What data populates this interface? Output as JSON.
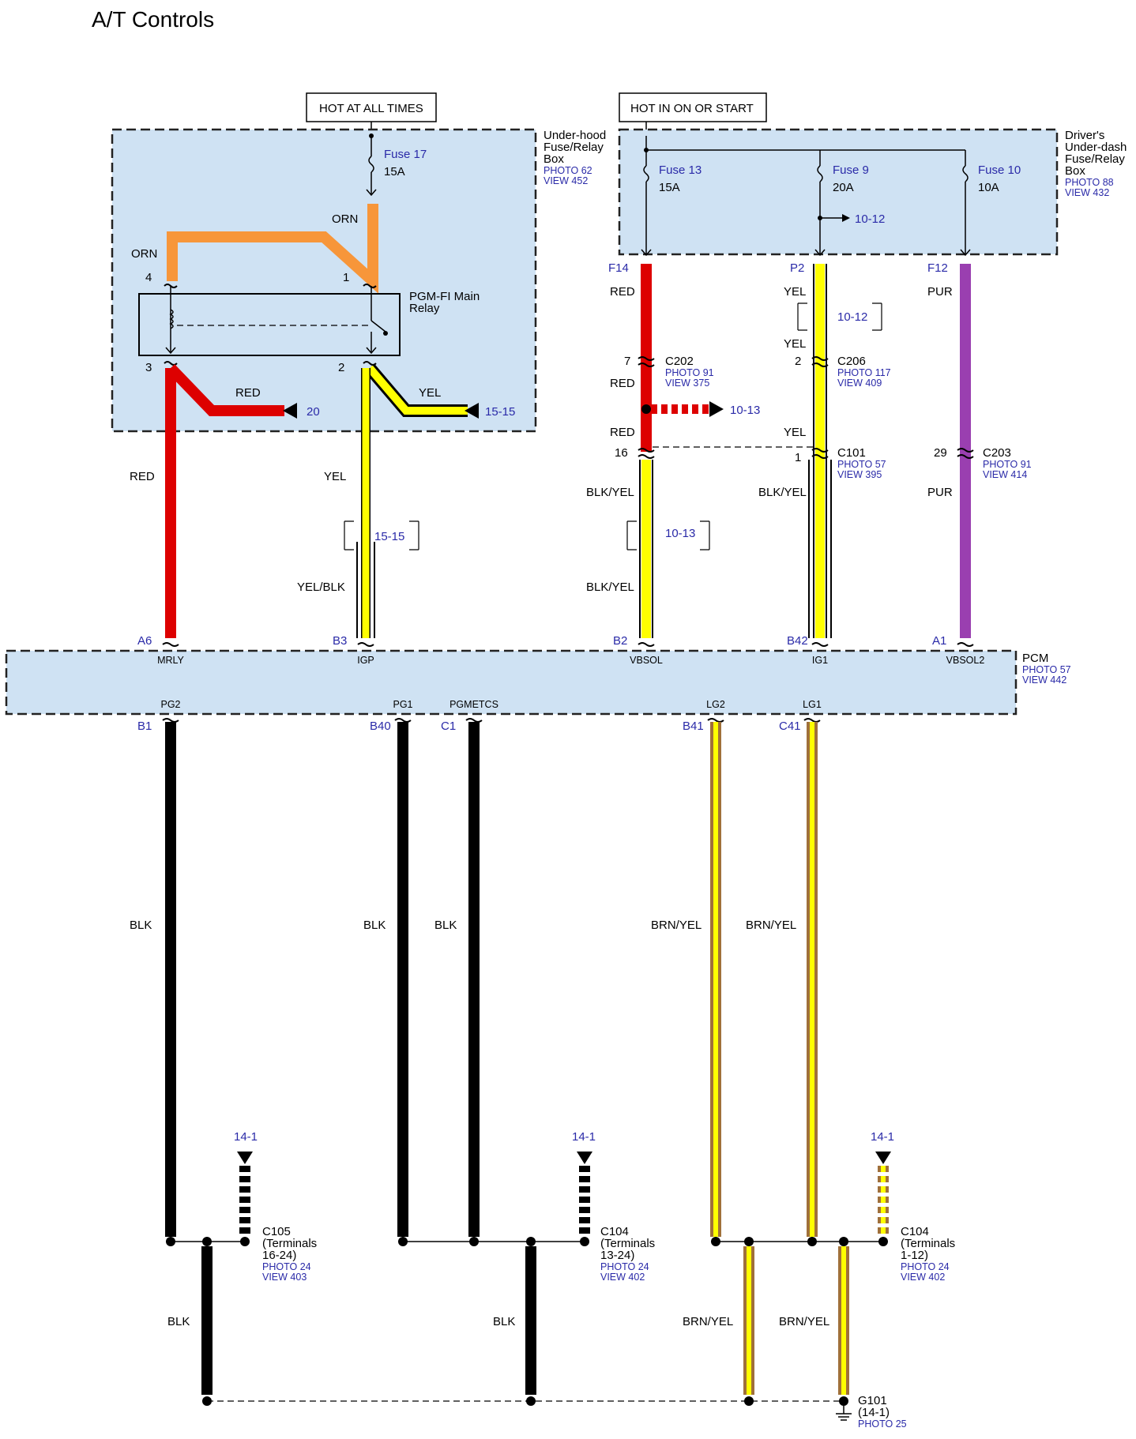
{
  "title": "A/T Controls",
  "hot_labels": {
    "always": "HOT AT ALL TIMES",
    "on_start": "HOT IN ON OR START"
  },
  "underhood_box": {
    "name_1": "Under-hood",
    "name_2": "Fuse/Relay",
    "name_3": "Box",
    "photo": "PHOTO 62",
    "view": "VIEW 452"
  },
  "underdash_box": {
    "name_1": "Driver's",
    "name_2": "Under-dash",
    "name_3": "Fuse/Relay",
    "name_4": "Box",
    "photo": "PHOTO 88",
    "view": "VIEW 432"
  },
  "fuses": {
    "f17": {
      "name": "Fuse 17",
      "amps": "15A"
    },
    "f13": {
      "name": "Fuse 13",
      "amps": "15A"
    },
    "f9": {
      "name": "Fuse 9",
      "amps": "20A"
    },
    "f10": {
      "name": "Fuse 10",
      "amps": "10A"
    }
  },
  "relay": {
    "name_1": "PGM-FI Main",
    "name_2": "Relay",
    "pin4": "4",
    "pin1": "1",
    "pin3": "3",
    "pin2": "2"
  },
  "wire_labels": {
    "orn_a": "ORN",
    "orn_b": "ORN",
    "red_branch": "RED",
    "yel_branch": "YEL",
    "red_main": "RED",
    "yel_main": "YEL",
    "yelblk": "YEL/BLK",
    "f14_red_1": "RED",
    "f14_red_2": "RED",
    "f14_red_3": "RED",
    "blkyel_1": "BLK/YEL",
    "blkyel_2": "BLK/YEL",
    "blkyel_3": "BLK/YEL",
    "p2_yel_1": "YEL",
    "p2_yel_2": "YEL",
    "p2_yel_3": "YEL",
    "pur_1": "PUR",
    "pur_2": "PUR",
    "blk_pg2": "BLK",
    "blk_pg1": "BLK",
    "blk_pgmetcs": "BLK",
    "brnyel_lg2": "BRN/YEL",
    "brnyel_lg1": "BRN/YEL",
    "blk_g1": "BLK",
    "blk_g2": "BLK",
    "brnyel_g3": "BRN/YEL",
    "brnyel_g4": "BRN/YEL"
  },
  "refs": {
    "ref_20": "20",
    "ref_1515": "15-15",
    "ref_1012": "10-12",
    "ref_1013": "10-13",
    "box_1515": "15-15",
    "box_1012": "10-12",
    "box_1013": "10-13",
    "ref_141_a": "14-1",
    "ref_141_b": "14-1",
    "ref_141_c": "14-1"
  },
  "fuse_box_pins": {
    "f14": "F14",
    "p2": "P2",
    "f12": "F12"
  },
  "connectors": {
    "c202": {
      "name": "C202",
      "photo": "PHOTO 91",
      "view": "VIEW 375",
      "pin": "7"
    },
    "c206": {
      "name": "C206",
      "photo": "PHOTO 117",
      "view": "VIEW 409",
      "pin": "2"
    },
    "c101": {
      "name": "C101",
      "photo": "PHOTO 57",
      "view": "VIEW 395",
      "pin_a": "16",
      "pin_b": "1"
    },
    "c203": {
      "name": "C203",
      "photo": "PHOTO 91",
      "view": "VIEW 414",
      "pin": "29"
    },
    "c105": {
      "name": "C105",
      "line2": "(Terminals",
      "line3": "16-24)",
      "photo": "PHOTO 24",
      "view": "VIEW 403"
    },
    "c104a": {
      "name": "C104",
      "line2": "(Terminals",
      "line3": "13-24)",
      "photo": "PHOTO 24",
      "view": "VIEW 402"
    },
    "c104b": {
      "name": "C104",
      "line2": "(Terminals",
      "line3": "1-12)",
      "photo": "PHOTO 24",
      "view": "VIEW 402"
    }
  },
  "pcm": {
    "name": "PCM",
    "photo": "PHOTO 57",
    "view": "VIEW 442",
    "top_pins": [
      {
        "pin": "A6",
        "name": "MRLY"
      },
      {
        "pin": "B3",
        "name": "IGP"
      },
      {
        "pin": "B2",
        "name": "VBSOL"
      },
      {
        "pin": "B42",
        "name": "IG1"
      },
      {
        "pin": "A1",
        "name": "VBSOL2"
      }
    ],
    "bottom_pins": [
      {
        "pin": "B1",
        "name": "PG2"
      },
      {
        "pin": "B40",
        "name": "PG1"
      },
      {
        "pin": "C1",
        "name": "PGMETCS"
      },
      {
        "pin": "B41",
        "name": "LG2"
      },
      {
        "pin": "C41",
        "name": "LG1"
      }
    ]
  },
  "ground": {
    "name": "G101",
    "ref": "(14-1)",
    "photo": "PHOTO 25"
  },
  "colors": {
    "box_fill": "#cfe2f3",
    "red": "#dd0000",
    "yellow": "#ffff00",
    "orange": "#f7963a",
    "purple": "#9a3fb0",
    "black": "#000000",
    "brown": "#a0703a",
    "link": "#2a2aa8"
  }
}
